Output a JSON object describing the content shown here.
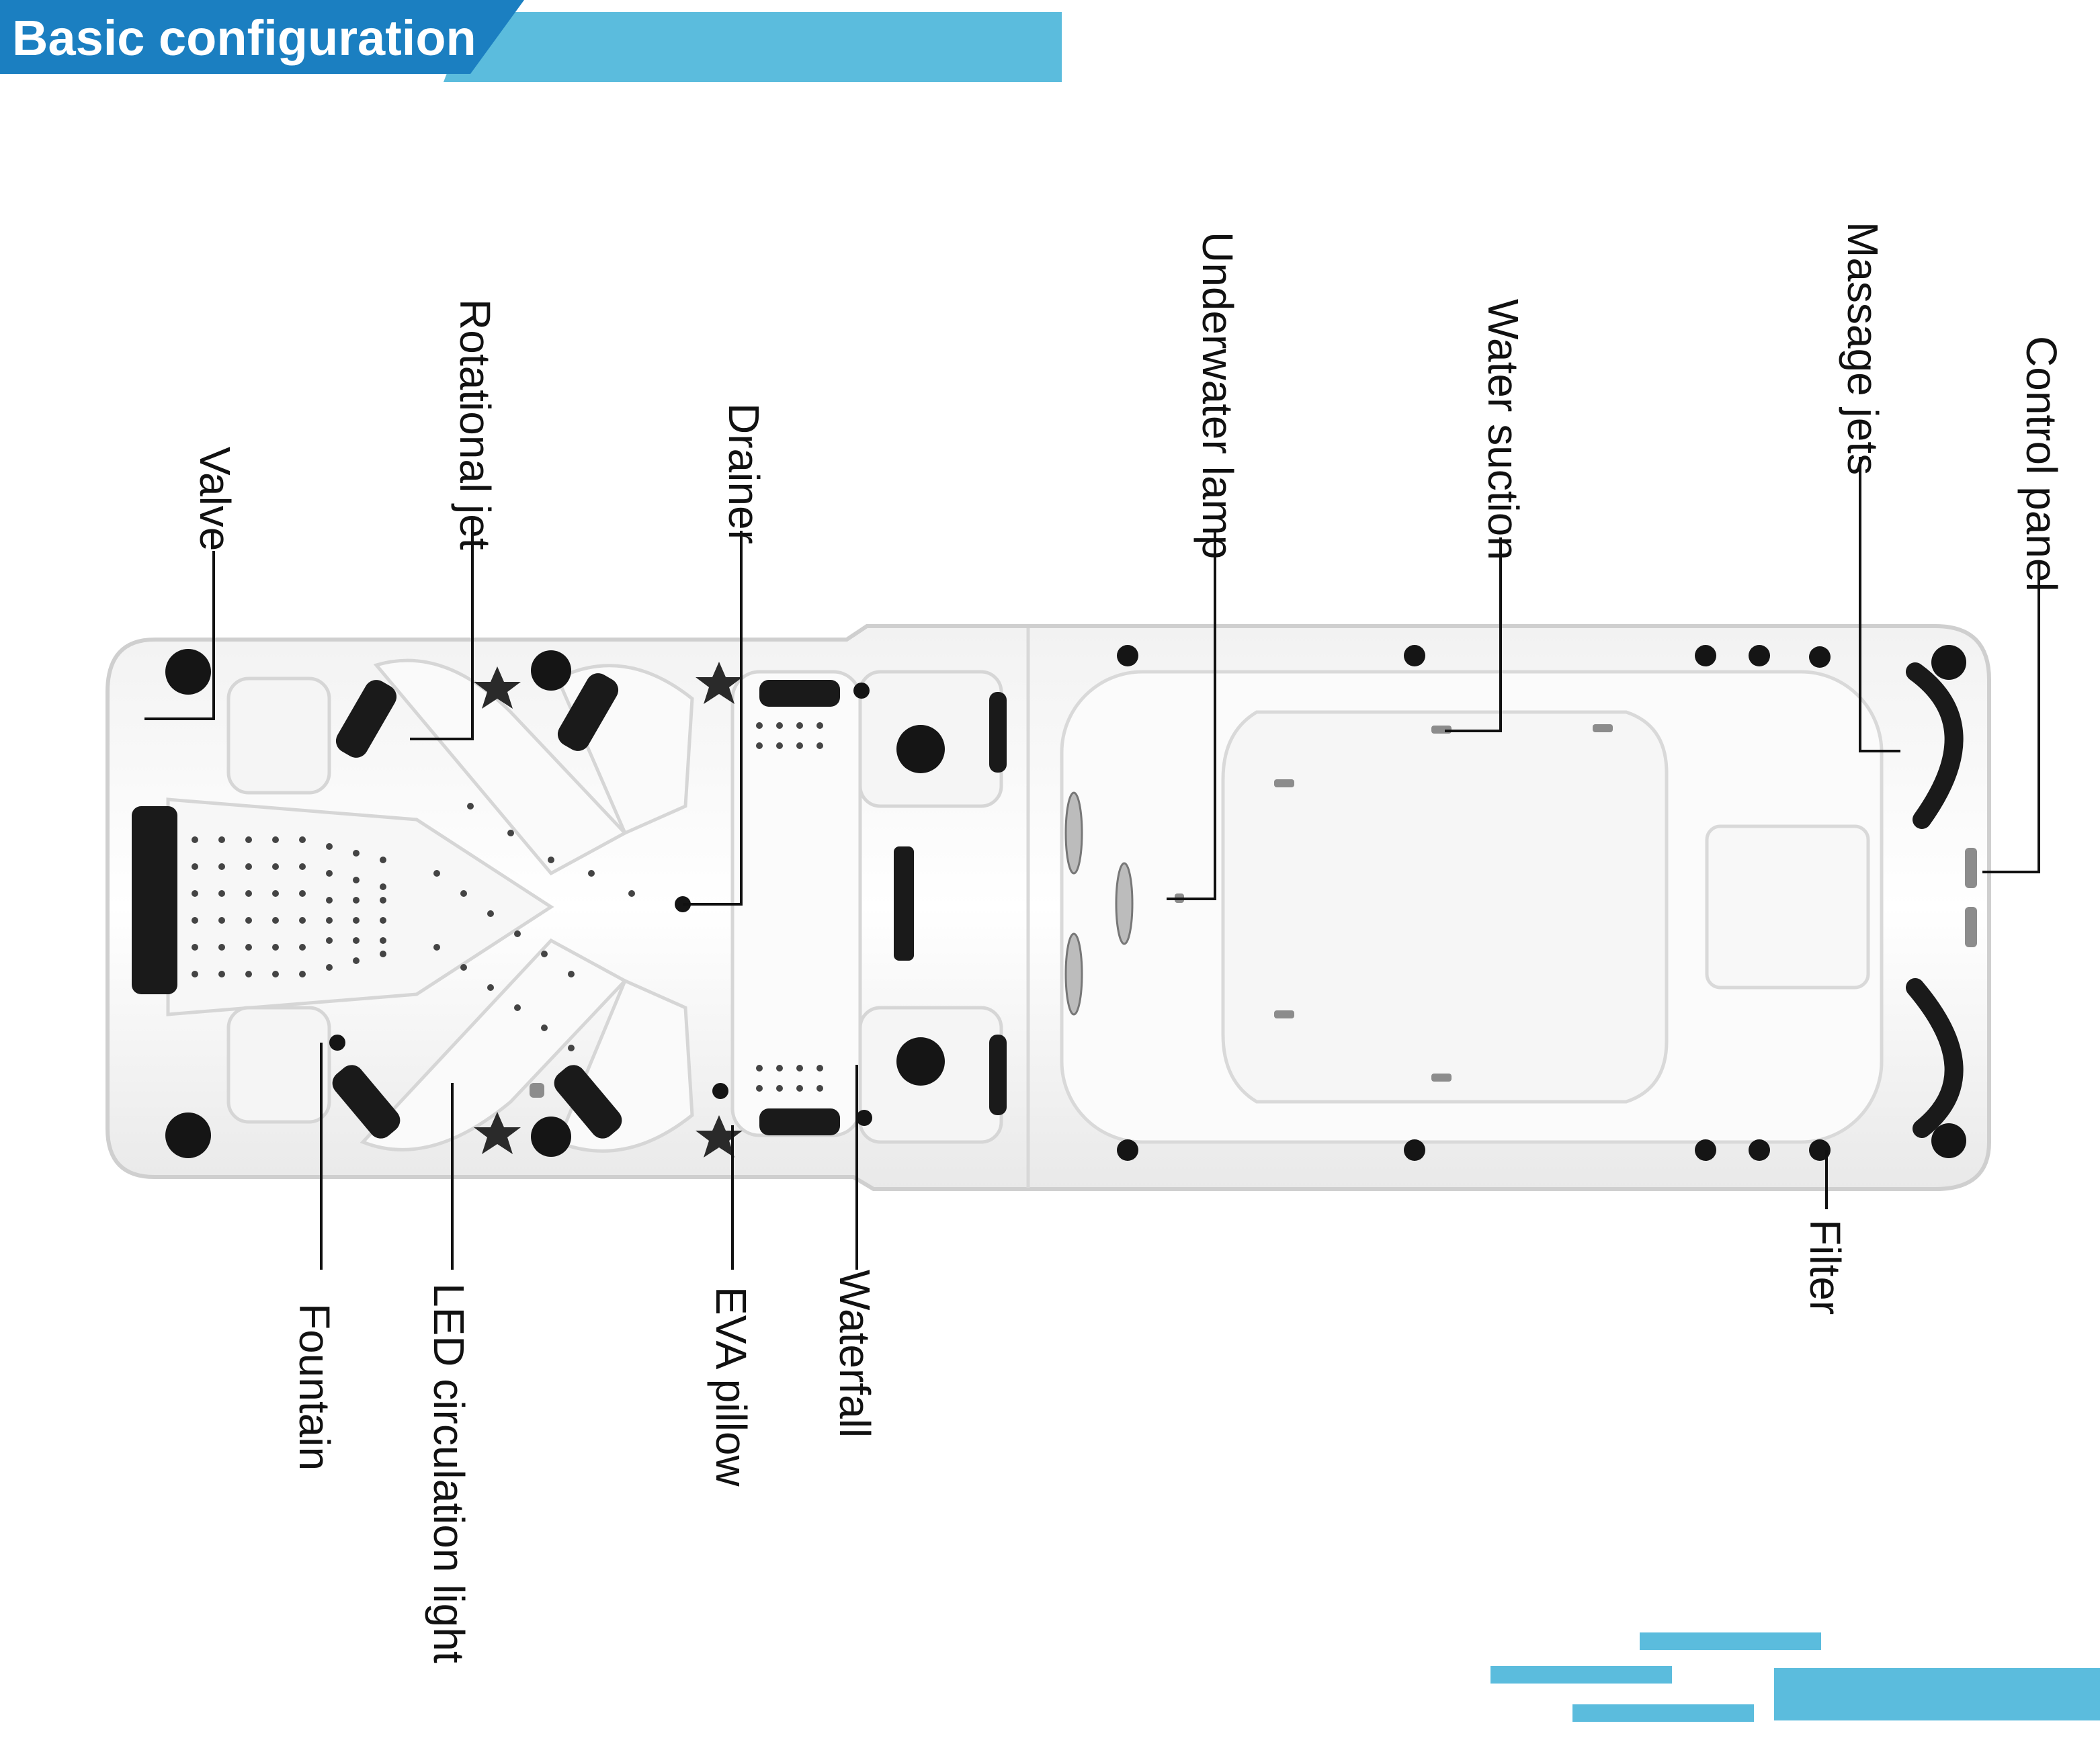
{
  "header": {
    "title": "Basic configuration",
    "accent_color": "#5bbcdd",
    "title_bg_color": "#1b7fc1"
  },
  "callouts": {
    "top": [
      "Valve",
      "Rotational jet",
      "Drainer",
      "Underwater lamp",
      "Water suction",
      "Massage jets",
      "Control panel"
    ],
    "bottom": [
      "Fountain",
      "LED circulation light",
      "EVA pillow",
      "Waterfall",
      "Filter"
    ]
  }
}
